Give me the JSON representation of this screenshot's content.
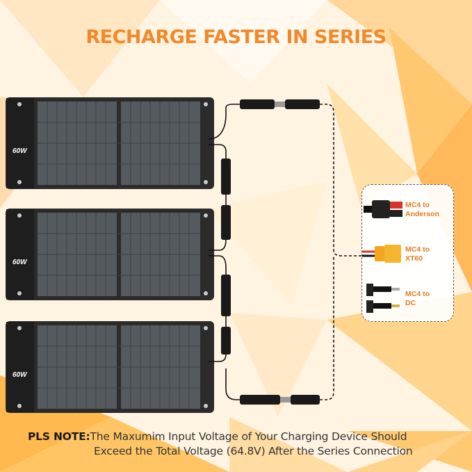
{
  "header": {
    "title": "RECHARGE FASTER IN SERIES"
  },
  "panels": [
    {
      "wattage": "60W"
    },
    {
      "wattage": "60W"
    },
    {
      "wattage": "60W"
    }
  ],
  "adapters": [
    {
      "line1": "MC4 to",
      "line2": "Anderson",
      "icon": "anderson-connector-icon"
    },
    {
      "line1": "MC4 to",
      "line2": "XT60",
      "icon": "xt60-connector-icon"
    },
    {
      "line1": "MC4 to",
      "line2": "DC",
      "icon": "dc-plug-icon"
    }
  ],
  "note": {
    "prefix": "PLS NOTE:",
    "line1": "The Maxumim Input Voltage of Your Charging Device Should",
    "line2": "Exceed the Total Voltage (64.8V) After the Series Connection"
  },
  "colors": {
    "accent": "#f0892b",
    "panel": "#2b2b2b",
    "cell": "#555a5e"
  }
}
